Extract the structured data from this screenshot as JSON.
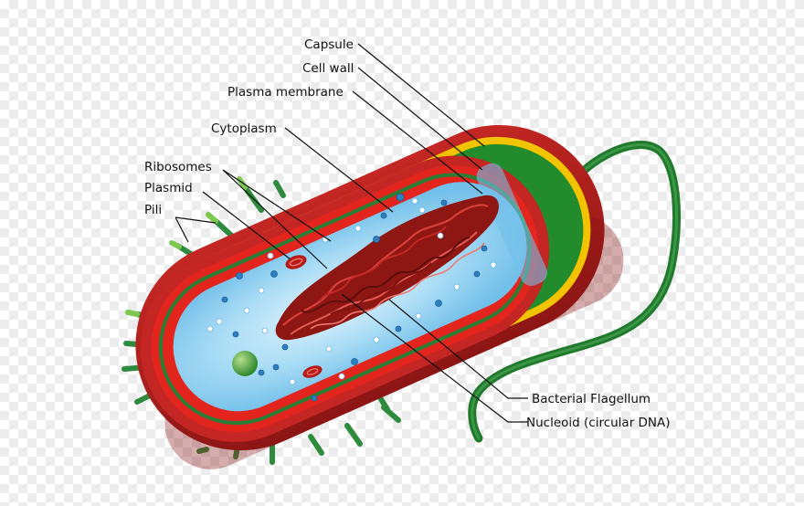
{
  "diagram": {
    "labels": {
      "capsule": "Capsule",
      "cell_wall": "Cell wall",
      "plasma_membrane": "Plasma membrane",
      "cytoplasm": "Cytoplasm",
      "ribosomes": "Ribosomes",
      "plasmid": "Plasmid",
      "pili": "Pili",
      "bacterial_flagellum": "Bacterial Flagellum",
      "nucleoid": "Nucleoid (circular DNA)"
    },
    "colors": {
      "capsule": "#b0201e",
      "capsule_dark": "#7e1412",
      "cell_wall": "#f2c300",
      "plasma_membrane": "#228b2c",
      "membrane_inner": "#e3251d",
      "cytoplasm": "#8fcdef",
      "cytoplasm_light": "#d8f1fb",
      "nucleoid": "#a51a16",
      "flagellum": "#1f7a2c",
      "pili": "#2e8a3c",
      "pili_tip": "#7ec850",
      "ribosome": "#2d7fc0"
    }
  }
}
